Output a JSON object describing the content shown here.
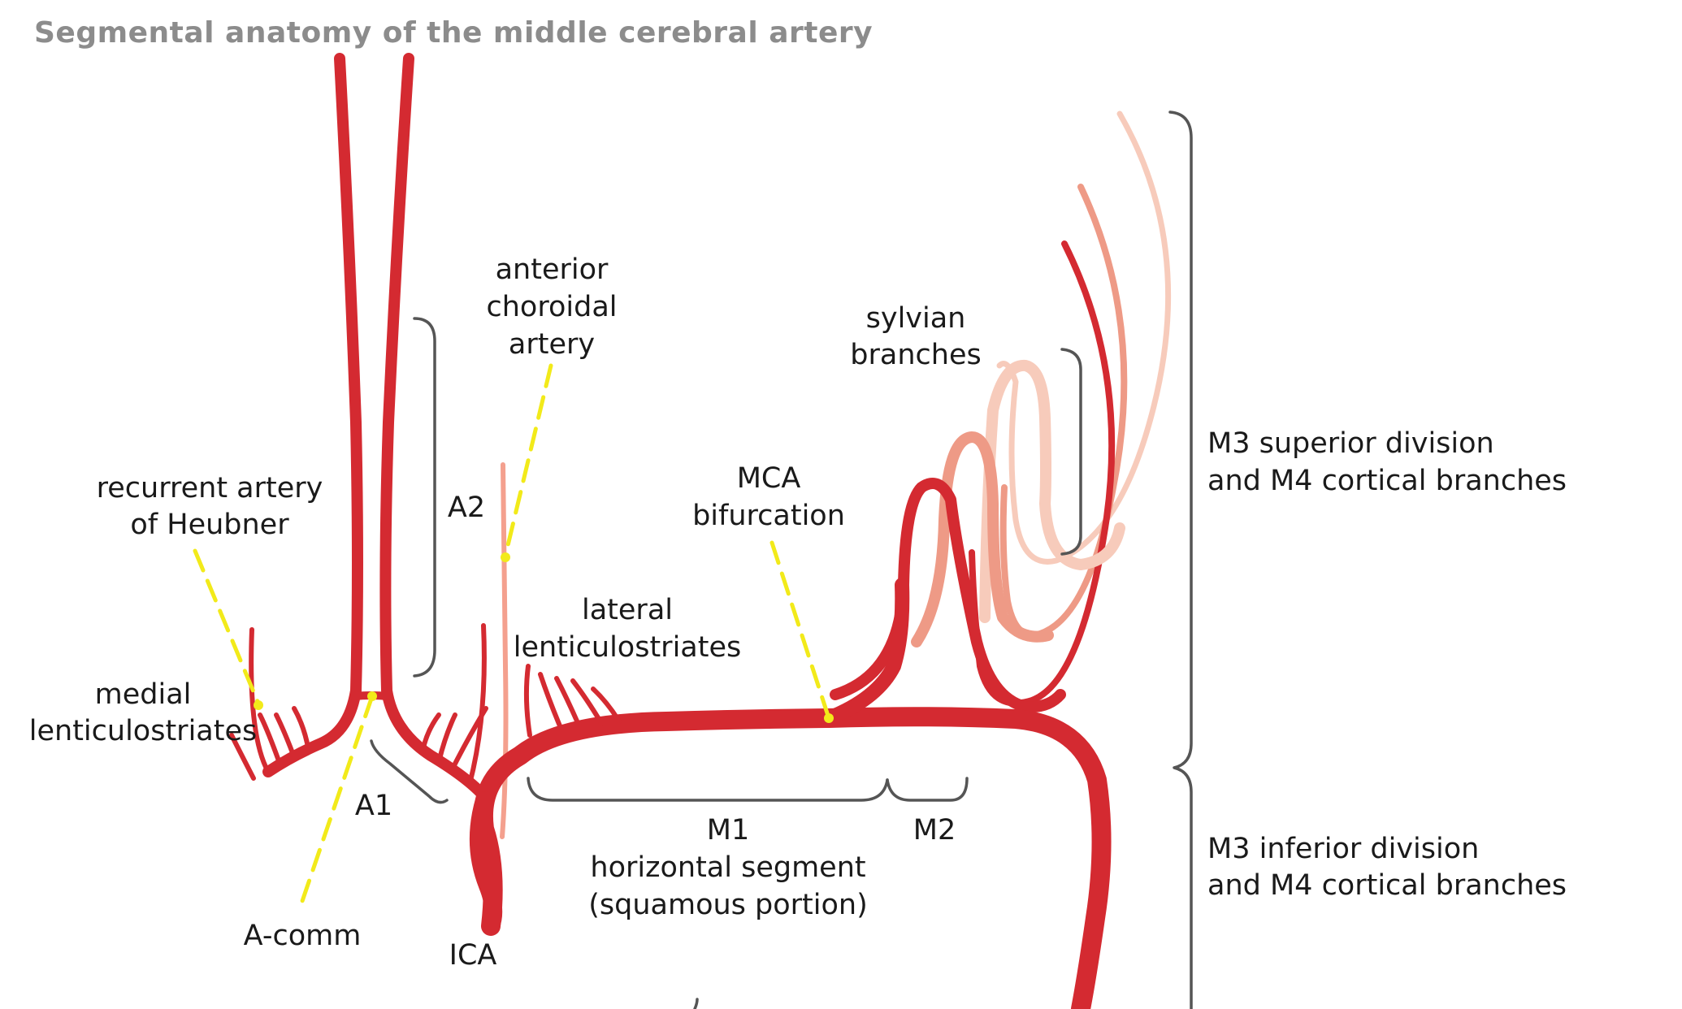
{
  "title": "Segmental anatomy of the middle cerebral artery",
  "colors": {
    "artery": "#d42a31",
    "artery_mid": "#ee9a86",
    "artery_light": "#f7cbbb",
    "choroidal": "#f4a08e",
    "leader": "#f2ea1a",
    "brace": "#555555",
    "label": "#1a1a1a",
    "title": "#8c8c8c"
  },
  "labels": {
    "anterior_choroidal": [
      "anterior",
      "choroidal",
      "artery"
    ],
    "sylvian_branches": [
      "sylvian",
      "branches"
    ],
    "m3_superior": [
      "M3 superior division",
      "and M4 cortical branches"
    ],
    "m3_inferior": [
      "M3 inferior division",
      "and M4 cortical branches"
    ],
    "recurrent_heubner": [
      "recurrent artery",
      "of Heubner"
    ],
    "a2": "A2",
    "mca_bifurcation": [
      "MCA",
      "bifurcation"
    ],
    "lateral_lenticulostriates": [
      "lateral",
      "lenticulostriates"
    ],
    "medial_lenticulostriates": [
      "medial",
      "lenticulostriates"
    ],
    "a1": "A1",
    "m1": [
      "M1",
      "horizontal segment",
      "(squamous portion)"
    ],
    "m2": "M2",
    "a_comm": "A-comm",
    "ica": "ICA"
  }
}
